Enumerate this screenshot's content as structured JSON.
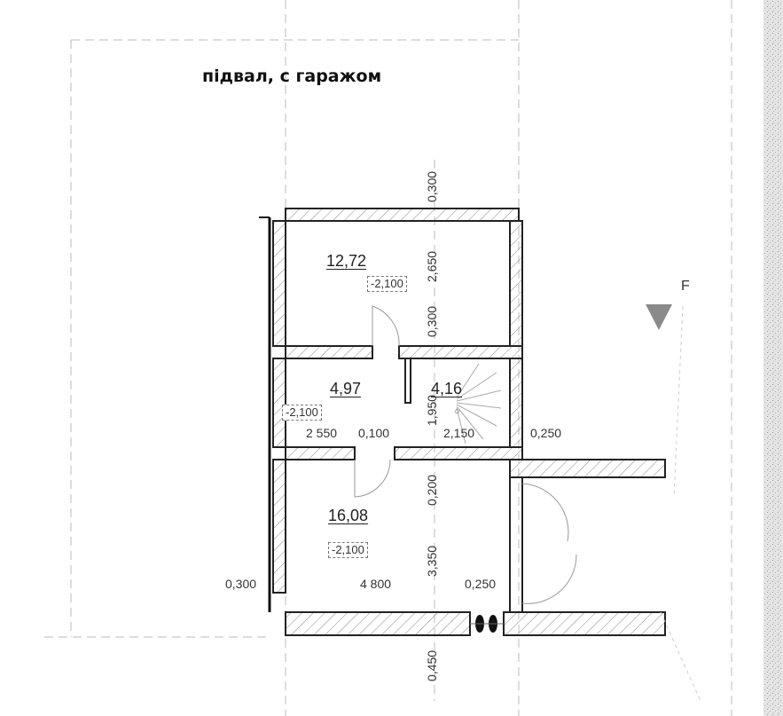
{
  "title": "підвал, с гаражом",
  "rooms": [
    {
      "area": "12,72",
      "level": "-2,100"
    },
    {
      "area": "4,97",
      "level": "-2,100"
    },
    {
      "area": "4,16",
      "stair_mark": "○"
    },
    {
      "area": "16,08",
      "level": "-2,100"
    }
  ],
  "dimensions": {
    "d0300_top": "0,300",
    "d2650": "2,650",
    "d0300_mid": "0,300",
    "d1950": "1,950",
    "d0200": "0,200",
    "d3350": "3,350",
    "d0450": "0,450",
    "d2550": "2 550",
    "d0100": "0,100",
    "d2150": "2,150",
    "d0250_right": "0,250",
    "d0300_left": "0,300",
    "d4800": "4 800",
    "d0250_bottom": "0,250"
  },
  "section_mark": "F",
  "colors": {
    "wall": "#222222",
    "hatch": "#888888",
    "guide": "#bbbbbb",
    "arrow": "#8a8a8a",
    "border": "#999999"
  }
}
